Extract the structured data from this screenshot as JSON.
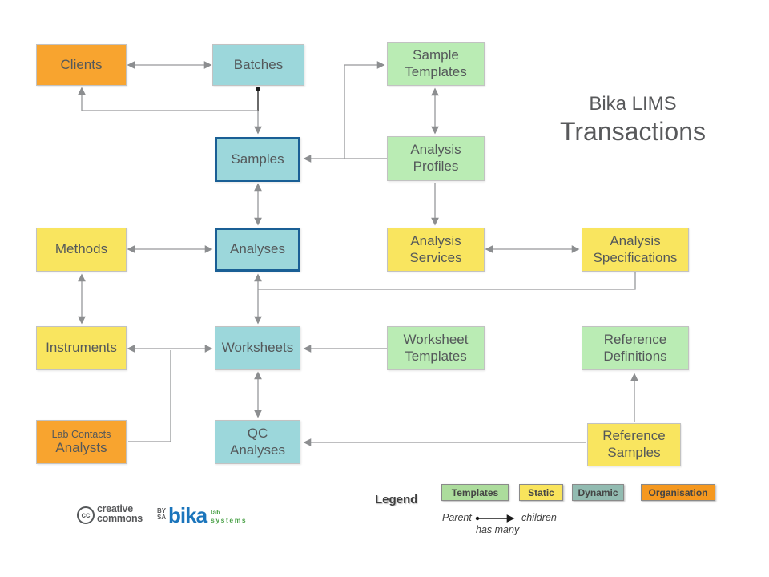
{
  "title": {
    "line1": "Bika LIMS",
    "line2": "Transactions"
  },
  "colors": {
    "templates": "#baecb4",
    "static": "#f9e55f",
    "dynamic": "#9cd7db",
    "organisation": "#f8a42f",
    "highlight_border": "#1a5f95",
    "connector": "#96989a"
  },
  "nodes": [
    {
      "id": "clients",
      "label": "Clients",
      "category": "organisation"
    },
    {
      "id": "batches",
      "label": "Batches",
      "category": "dynamic"
    },
    {
      "id": "sample-templates",
      "label": "Sample\nTemplates",
      "category": "templates"
    },
    {
      "id": "samples",
      "label": "Samples",
      "category": "dynamic",
      "highlighted": true
    },
    {
      "id": "analysis-profiles",
      "label": "Analysis\nProfiles",
      "category": "templates"
    },
    {
      "id": "methods",
      "label": "Methods",
      "category": "static"
    },
    {
      "id": "analyses",
      "label": "Analyses",
      "category": "dynamic",
      "highlighted": true
    },
    {
      "id": "analysis-services",
      "label": "Analysis\nServices",
      "category": "static"
    },
    {
      "id": "analysis-specifications",
      "label": "Analysis\nSpecifications",
      "category": "static"
    },
    {
      "id": "instruments",
      "label": "Instruments",
      "category": "static"
    },
    {
      "id": "worksheets",
      "label": "Worksheets",
      "category": "dynamic"
    },
    {
      "id": "worksheet-templates",
      "label": "Worksheet\nTemplates",
      "category": "templates"
    },
    {
      "id": "reference-definitions",
      "label": "Reference\nDefinitions",
      "category": "templates"
    },
    {
      "id": "lab-contacts",
      "label_top": "Lab Contacts",
      "label": "Analysts",
      "category": "organisation"
    },
    {
      "id": "qc-analyses",
      "label": "QC\nAnalyses",
      "category": "dynamic"
    },
    {
      "id": "reference-samples",
      "label": "Reference\nSamples",
      "category": "static"
    }
  ],
  "legend": {
    "heading": "Legend",
    "items": [
      {
        "label": "Templates",
        "color": "#acdc9c"
      },
      {
        "label": "Static",
        "color": "#f9e45c"
      },
      {
        "label": "Dynamic",
        "color": "#92bbb1"
      },
      {
        "label": "Organisation",
        "color": "#f5981f"
      }
    ],
    "relation": {
      "parent_label": "Parent",
      "children_label": "children",
      "edge_label": "has many"
    }
  },
  "footer": {
    "cc_symbol": "cc",
    "cc_line1": "creative",
    "cc_line2": "commons",
    "license_line1": "BY",
    "license_line2": "SA",
    "brand": "bika",
    "brand_sub1": "lab",
    "brand_sub2": "systems"
  }
}
